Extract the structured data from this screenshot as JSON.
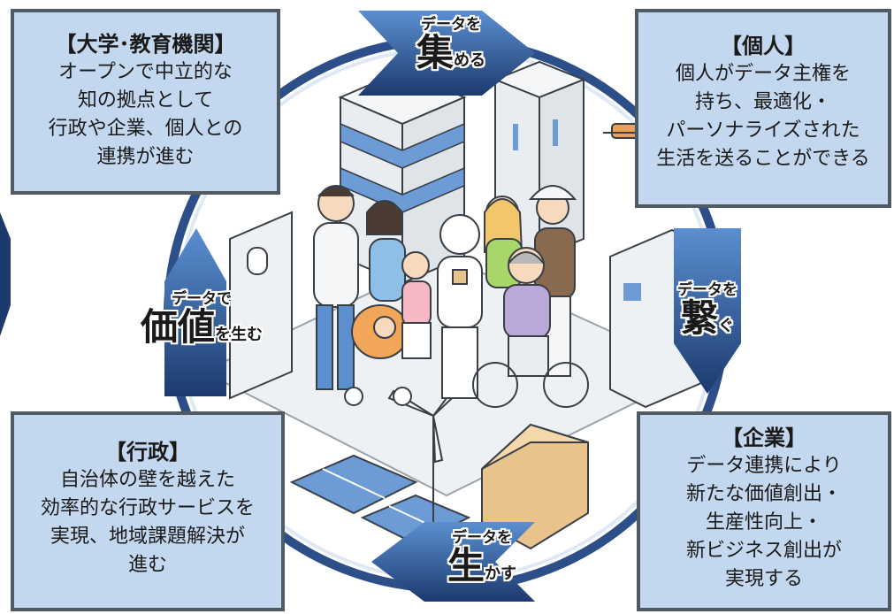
{
  "boxes": {
    "university": {
      "title": "【大学･教育機関】",
      "lines": [
        "オープンで中立的な",
        "知の拠点として",
        "行政や企業、個人との",
        "連携が進む"
      ]
    },
    "individual": {
      "title": "【個人】",
      "lines": [
        "個人がデータ主権を",
        "持ち、最適化・",
        "パーソナライズされた",
        "生活を送ることができる"
      ]
    },
    "government": {
      "title": "【行政】",
      "lines": [
        "自治体の壁を越えた",
        "効率的な行政サービスを",
        "実現、地域課題解決が",
        "進む"
      ]
    },
    "company": {
      "title": "【企業】",
      "lines": [
        "データ連携により",
        "新たな価値創出・",
        "生産性向上・",
        "新ビジネス創出が",
        "実現する"
      ]
    }
  },
  "arrows": {
    "collect": {
      "small": "データを",
      "big": "集",
      "tail": "める"
    },
    "connect": {
      "small": "データを",
      "big": "繋",
      "tail": "ぐ"
    },
    "utilize": {
      "small": "データを",
      "big": "生",
      "tail": "かす"
    },
    "value": {
      "small": "データで",
      "big": "価値",
      "tail": "を生む"
    }
  },
  "colors": {
    "arrow_dark": "#1c3a6e",
    "arrow_light": "#5b8fd0",
    "box_fill": "#c3d8ee",
    "box_border": "#4f5a64",
    "ring": "#2c4f8a"
  }
}
